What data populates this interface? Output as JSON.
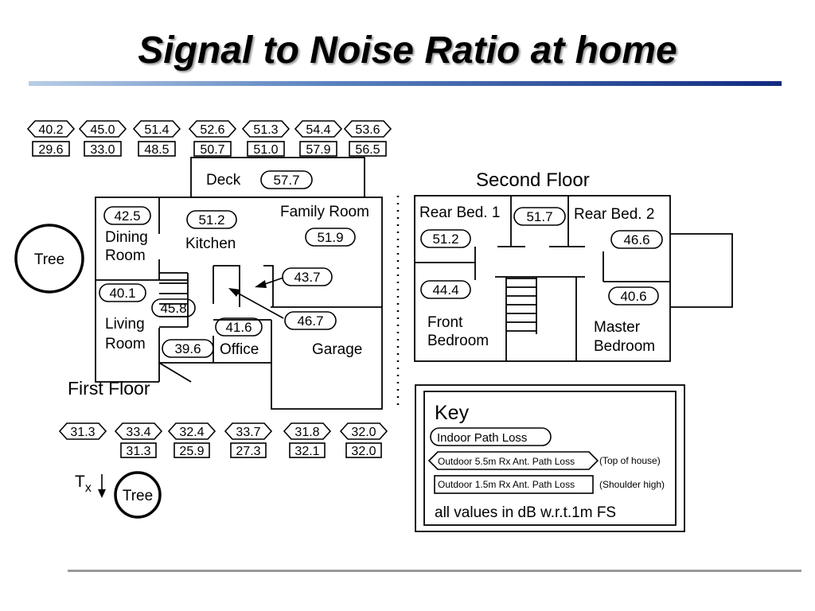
{
  "title": "Signal to Noise Ratio at home",
  "top_outdoor": [
    {
      "roof": "40.2",
      "shoulder": "29.6"
    },
    {
      "roof": "45.0",
      "shoulder": "33.0"
    },
    {
      "roof": "51.4",
      "shoulder": "48.5"
    },
    {
      "roof": "52.6",
      "shoulder": "50.7"
    },
    {
      "roof": "51.3",
      "shoulder": "51.0"
    },
    {
      "roof": "54.4",
      "shoulder": "57.9"
    },
    {
      "roof": "53.6",
      "shoulder": "56.5"
    }
  ],
  "bottom_outdoor": [
    {
      "roof": "31.3",
      "shoulder": ""
    },
    {
      "roof": "33.4",
      "shoulder": "31.3"
    },
    {
      "roof": "32.4",
      "shoulder": "25.9"
    },
    {
      "roof": "33.7",
      "shoulder": "27.3"
    },
    {
      "roof": "31.8",
      "shoulder": "32.1"
    },
    {
      "roof": "32.0",
      "shoulder": "32.0"
    }
  ],
  "first_floor": {
    "label": "First Floor",
    "rooms": {
      "deck": "Deck",
      "dining": [
        "Dining",
        "Room"
      ],
      "kitchen": "Kitchen",
      "family": "Family Room",
      "living": [
        "Living",
        "Room"
      ],
      "office": "Office",
      "garage": "Garage"
    },
    "indoor": {
      "deck": "57.7",
      "dining": "42.5",
      "kitchen": "51.2",
      "family": "51.9",
      "hall_a": "43.7",
      "hall_b": "46.7",
      "living_a": "40.1",
      "living_b": "45.8",
      "office_a": "41.6",
      "office_b": "39.6"
    }
  },
  "second_floor": {
    "label": "Second Floor",
    "rooms": {
      "rear1": "Rear Bed. 1",
      "rear2": "Rear Bed. 2",
      "front": [
        "Front",
        "Bedroom"
      ],
      "master": [
        "Master",
        "Bedroom"
      ]
    },
    "indoor": {
      "hall": "51.7",
      "rear1": "51.2",
      "rear2": "46.6",
      "front": "44.4",
      "master": "40.6"
    }
  },
  "trees": {
    "left": "Tree",
    "bottom": "Tree"
  },
  "transmitter": {
    "main": "T",
    "sub": "x"
  },
  "key": {
    "title": "Key",
    "indoor": "Indoor Path Loss",
    "roof": "Outdoor 5.5m Rx Ant. Path Loss",
    "roof_note": "(Top of house)",
    "shoulder": "Outdoor 1.5m Rx Ant. Path Loss",
    "shoulder_note": "(Shoulder high)",
    "note": "all values in dB w.r.t.1m FS"
  }
}
